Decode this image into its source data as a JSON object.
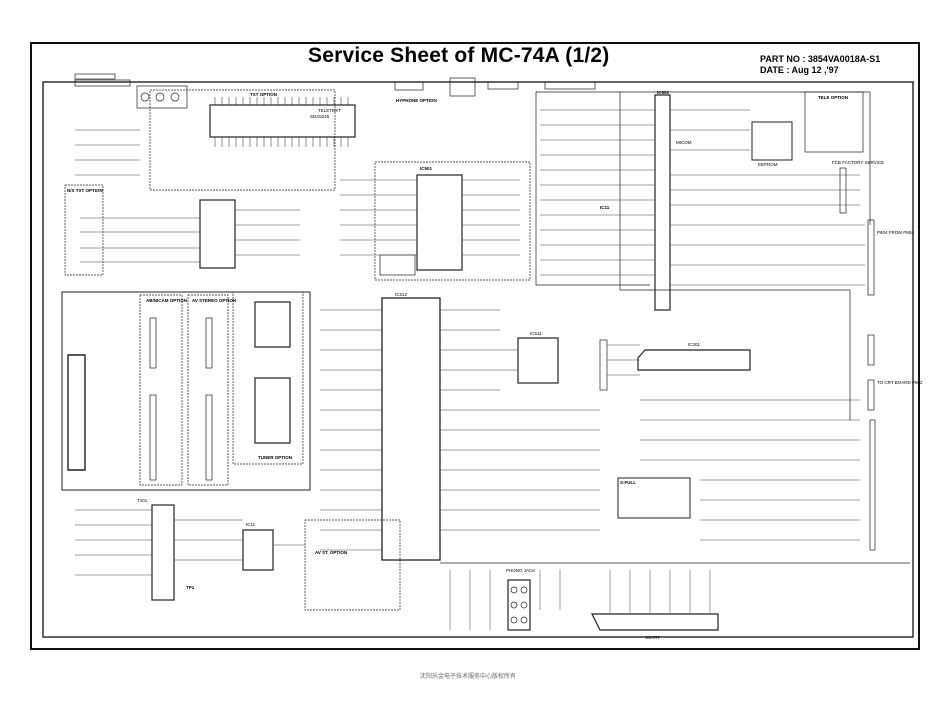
{
  "header": {
    "title": "Service Sheet of MC-74A  (1/2)",
    "part_no": "PART NO : 3854VA0018A-S1",
    "date": "DATE : Aug 12 ,'97"
  },
  "footer": {
    "copyright": "沈阳乐金电子技术服务中心版权所有"
  },
  "blocks": {
    "txt_option": "TXT OPTION",
    "teletext_ic": "TELETEXT",
    "teletext_part": "SDA5245",
    "non_txt_option": "N/S TXT OPTION",
    "hyphone_option": "HYPHONE OPTION",
    "ic501": "IC501",
    "ic502": "IC502",
    "micom": "MICOM",
    "eeprom": "EEPROM",
    "ic11": "IC11",
    "tele_option": "TELE OPTION",
    "fcb_factory": "FCB FACTORY SERVICE",
    "p804": "P804 FROM P804",
    "ab_nicam_option": "AB/NICAM OPTION",
    "av_stereo_option": "AV STEREO OPTION",
    "tuner_option": "TUNER OPTION",
    "ic512": "IC512",
    "ic511": "IC511",
    "ic301": "IC301",
    "av_st_option": "AV ST. OPTION",
    "t101": "T101",
    "tp1": "TP1",
    "ic11b": "IC11",
    "phono_jack": "PHONO JACK",
    "scart": "SCART",
    "to_crt": "TO CRT BOARD P802",
    "s_fullscreen": "S-FULL"
  },
  "colors": {
    "ink": "#111111",
    "paper": "#ffffff",
    "footer": "#666666"
  }
}
